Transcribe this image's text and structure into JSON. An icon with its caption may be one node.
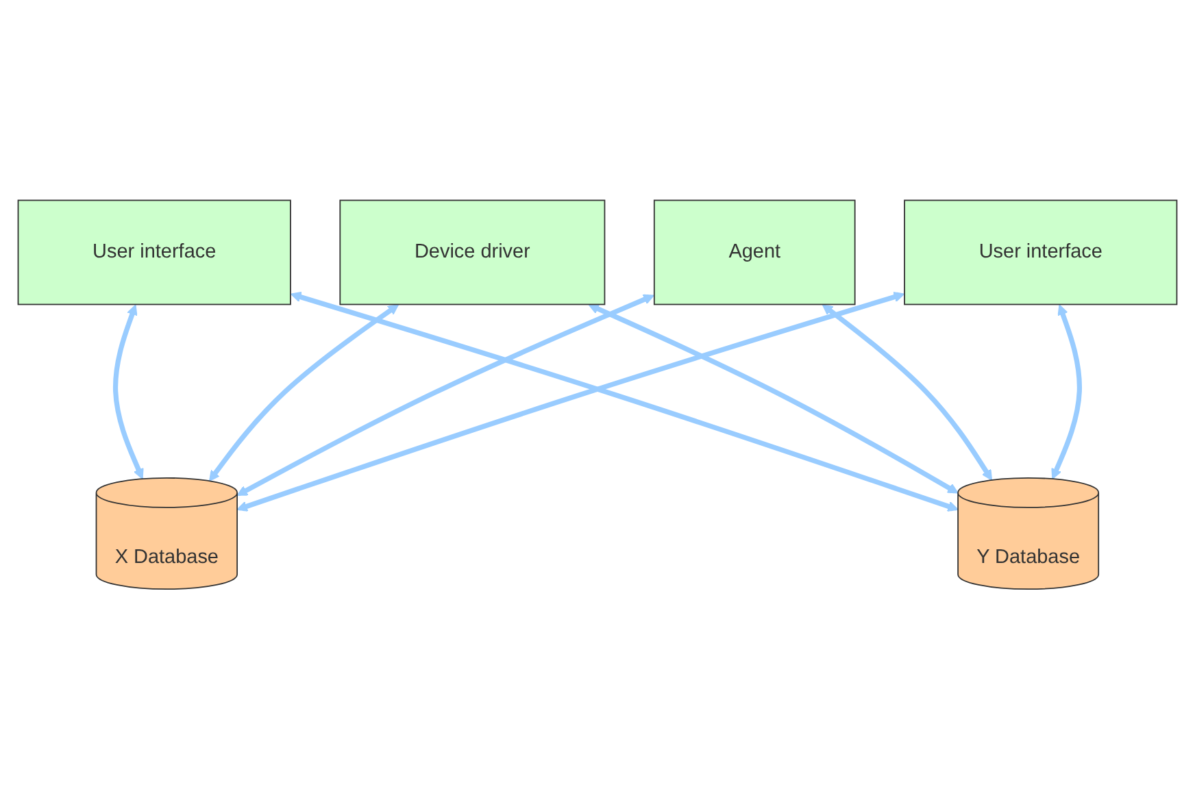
{
  "diagram": {
    "nodes": [
      {
        "text": [
          "User interface"
        ]
      },
      {
        "text": [
          "Device driver"
        ]
      },
      {
        "text": [
          "Agent"
        ]
      },
      {
        "text": [
          "User interface"
        ]
      },
      {
        "text": [
          "X Database"
        ]
      },
      {
        "text": [
          "Y Database"
        ]
      }
    ],
    "edges": [
      {
        "from": 0,
        "to": 4,
        "arrow": "both"
      },
      {
        "from": 0,
        "to": 5,
        "arrow": "both"
      },
      {
        "from": 1,
        "to": 4,
        "arrow": "both"
      },
      {
        "from": 1,
        "to": 5,
        "arrow": "both"
      },
      {
        "from": 2,
        "to": 4,
        "arrow": "both"
      },
      {
        "from": 2,
        "to": 5,
        "arrow": "both"
      },
      {
        "from": 3,
        "to": 4,
        "arrow": "both"
      },
      {
        "from": 3,
        "to": 5,
        "arrow": "both"
      }
    ]
  }
}
